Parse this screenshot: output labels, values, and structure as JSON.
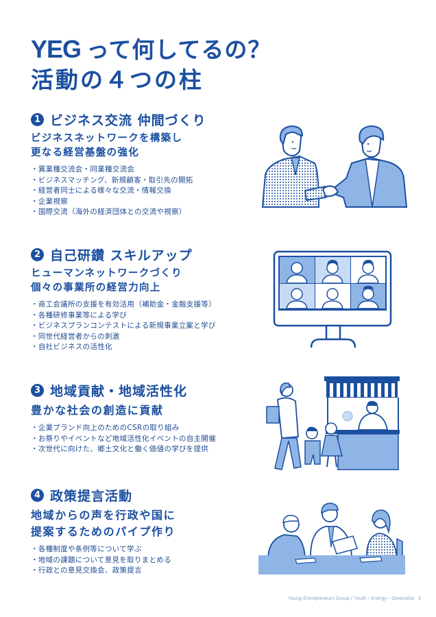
{
  "title": {
    "brand": "YEG",
    "line1_rest": "って何してるの？",
    "line2": "活動の４つの柱"
  },
  "colors": {
    "primary": "#1b4fa0",
    "light_fill": "#8fb5e6",
    "pale_fill": "#c7dbf5",
    "footer_text": "#8fa6c8"
  },
  "sections": [
    {
      "number": "1",
      "heading": "ビジネス交流 仲間づくり",
      "subtitle_lines": [
        "ビジネスネットワークを構築し",
        "更なる経営基盤の強化"
      ],
      "bullets": [
        "異業種交流会・同業種交流会",
        "ビジネスマッチング、新規顧客・取引先の開拓",
        "経営者同士による様々な交流・情報交換",
        "企業視察",
        "国際交流（海外の経済団体との交流や視察）"
      ],
      "illustration": "handshake-illustration"
    },
    {
      "number": "2",
      "heading": "自己研鑽 スキルアップ",
      "subtitle_lines": [
        "ヒューマンネットワークづくり",
        "個々の事業所の経営力向上"
      ],
      "bullets": [
        "商工会議所の支援を有効活用（補助金・金融支援等）",
        "各種研修事業等による学び",
        "ビジネスプランコンテストによる新規事業立案と学び",
        "同世代経営者からの刺激",
        "自社ビジネスの活性化"
      ],
      "illustration": "video-conference-illustration"
    },
    {
      "number": "3",
      "heading": "地域貢献・地域活性化",
      "subtitle_lines": [
        "豊かな社会の創造に貢献"
      ],
      "bullets": [
        "企業ブランド向上のためのCSRの取り組み",
        "お祭りやイベントなど地域活性化イベントの自主開催",
        "次世代に向けた、郷土文化と働く価値の学びを提供"
      ],
      "illustration": "festival-stall-illustration"
    },
    {
      "number": "4",
      "heading": "政策提言活動",
      "subtitle_lines": [
        "地域からの声を行政や国に",
        "提案するためのパイプ作り"
      ],
      "bullets": [
        "各種制度や条例等について学ぶ",
        "地域の課題について意見を取りまとめる",
        "行政との意見交換会、政策提言"
      ],
      "illustration": "meeting-illustration"
    }
  ],
  "footer": {
    "text": "Young Entrepreneurs Group / Youth・Energy・Generalist",
    "page": "3"
  }
}
